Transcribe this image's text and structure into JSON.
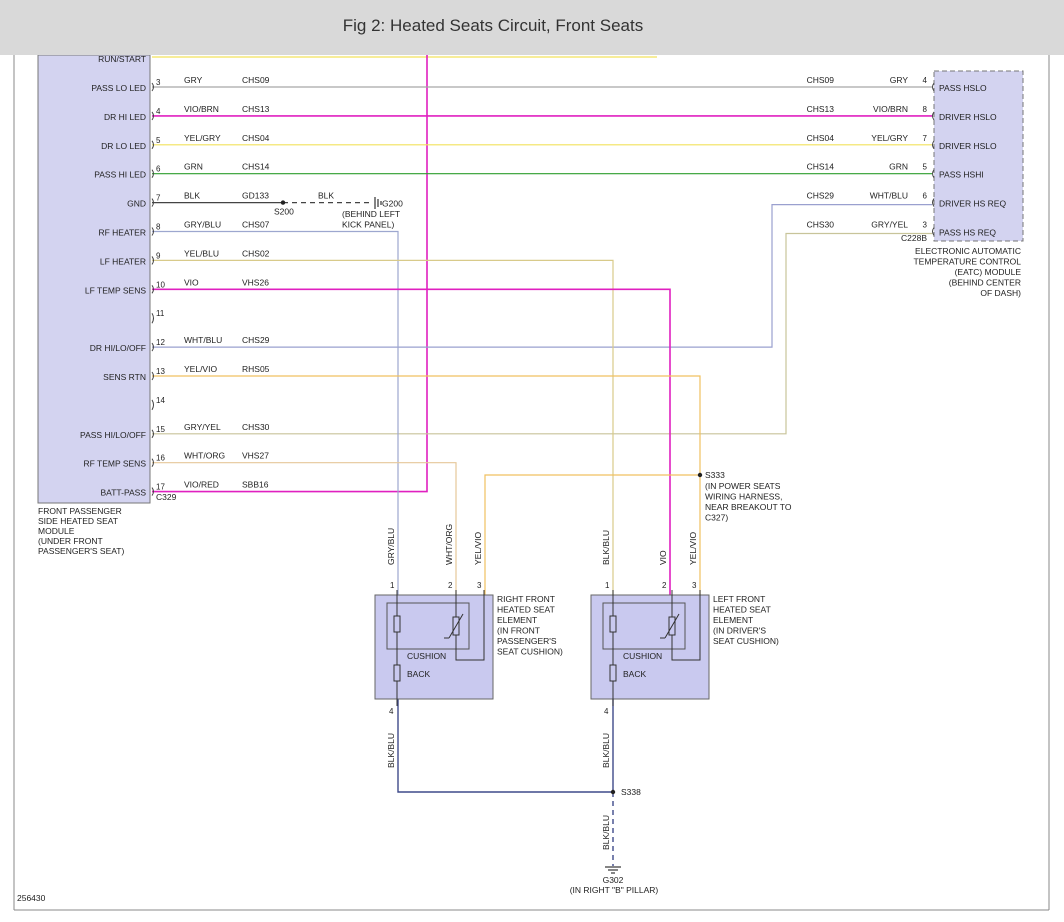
{
  "header": {
    "title": "Fig 2: Heated Seats Circuit, Front Seats"
  },
  "colors": {
    "GRY": "#a6a6a6",
    "VIO": "#e020c0",
    "YEL": "#f2e25c",
    "GRN": "#2e9e2e",
    "BLK": "#444444",
    "GRYBLU": "#9da7cf",
    "YELBLU": "#d8ca8a",
    "WHTBLU": "#9aa0cf",
    "GRYYEL": "#c8c49a",
    "YELVIO": "#f0c060",
    "WHTORG": "#e6c79a",
    "BLKBLU": "#3e4a8a",
    "module": "#d3d3f0",
    "element": "#c9c9ef"
  },
  "ground_labels": [
    "G200",
    "(BEHIND LEFT",
    "KICK PANEL)"
  ],
  "splice_s200": "S200",
  "left_module": {
    "top_label": "RUN/START",
    "label_lines": [
      "FRONT PASSENGER",
      "SIDE HEATED SEAT",
      "MODULE",
      "(UNDER FRONT",
      "PASSENGER'S SEAT)"
    ],
    "connector": "C329",
    "pins": [
      {
        "pin": "3",
        "label": "PASS LO LED",
        "color": "GRY",
        "circuit": "CHS09"
      },
      {
        "pin": "4",
        "label": "DR HI LED",
        "color": "VIO/BRN",
        "circuit": "CHS13"
      },
      {
        "pin": "5",
        "label": "DR LO LED",
        "color": "YEL/GRY",
        "circuit": "CHS04"
      },
      {
        "pin": "6",
        "label": "PASS HI LED",
        "color": "GRN",
        "circuit": "CHS14"
      },
      {
        "pin": "7",
        "label": "GND",
        "color": "BLK",
        "circuit": "GD133"
      },
      {
        "pin": "8",
        "label": "RF HEATER",
        "color": "GRY/BLU",
        "circuit": "CHS07"
      },
      {
        "pin": "9",
        "label": "LF HEATER",
        "color": "YEL/BLU",
        "circuit": "CHS02"
      },
      {
        "pin": "10",
        "label": "LF TEMP SENS",
        "color": "VIO",
        "circuit": "VHS26"
      },
      {
        "pin": "11",
        "label": "",
        "color": "",
        "circuit": ""
      },
      {
        "pin": "12",
        "label": "DR HI/LO/OFF",
        "color": "WHT/BLU",
        "circuit": "CHS29"
      },
      {
        "pin": "13",
        "label": "SENS RTN",
        "color": "YEL/VIO",
        "circuit": "RHS05"
      },
      {
        "pin": "14",
        "label": "",
        "color": "",
        "circuit": ""
      },
      {
        "pin": "15",
        "label": "PASS HI/LO/OFF",
        "color": "GRY/YEL",
        "circuit": "CHS30"
      },
      {
        "pin": "16",
        "label": "RF TEMP SENS",
        "color": "WHT/ORG",
        "circuit": "VHS27"
      },
      {
        "pin": "17",
        "label": "BATT-PASS",
        "color": "VIO/RED",
        "circuit": "SBB16"
      }
    ]
  },
  "gnd_wire_color": "BLK",
  "right_module": {
    "connector": "C228B",
    "label_lines": [
      "ELECTRONIC AUTOMATIC",
      "TEMPERATURE CONTROL",
      "(EATC) MODULE",
      "(BEHIND CENTER",
      "OF DASH)"
    ],
    "pins": [
      {
        "pin": "4",
        "label": "PASS HSLO",
        "color": "GRY",
        "circuit": "CHS09"
      },
      {
        "pin": "8",
        "label": "DRIVER HSLO",
        "color": "VIO/BRN",
        "circuit": "CHS13"
      },
      {
        "pin": "7",
        "label": "DRIVER HSLO",
        "color": "YEL/GRY",
        "circuit": "CHS04"
      },
      {
        "pin": "5",
        "label": "PASS HSHI",
        "color": "GRN",
        "circuit": "CHS14"
      },
      {
        "pin": "6",
        "label": "DRIVER HS REQ",
        "color": "WHT/BLU",
        "circuit": "CHS29"
      },
      {
        "pin": "3",
        "label": "PASS HS REQ",
        "color": "GRY/YEL",
        "circuit": "CHS30"
      }
    ]
  },
  "splice_s333": {
    "name": "S333",
    "lines": [
      "(IN POWER SEATS",
      "WIRING HARNESS,",
      "NEAR BREAKOUT TO",
      "C327)"
    ]
  },
  "rf_element": {
    "label_lines": [
      "RIGHT FRONT",
      "HEATED SEAT",
      "ELEMENT",
      "(IN FRONT",
      "PASSENGER'S",
      "SEAT CUSHION)"
    ],
    "cushion": "CUSHION",
    "back": "BACK",
    "pins": [
      "1",
      "2",
      "3",
      "4"
    ],
    "wires": [
      "GRY/BLU",
      "WHT/ORG",
      "YEL/VIO"
    ]
  },
  "lf_element": {
    "label_lines": [
      "LEFT FRONT",
      "HEATED SEAT",
      "ELEMENT",
      "(IN DRIVER'S",
      "SEAT CUSHION)"
    ],
    "cushion": "CUSHION",
    "back": "BACK",
    "pins": [
      "1",
      "2",
      "3",
      "4"
    ],
    "wires": [
      "BLK/BLU",
      "VIO",
      "YEL/VIO"
    ]
  },
  "bottom_wire": "BLK/BLU",
  "splice_s338": "S338",
  "ground_g302": [
    "G302",
    "(IN RIGHT \"B\" PILLAR)"
  ],
  "figure_number": "256430"
}
